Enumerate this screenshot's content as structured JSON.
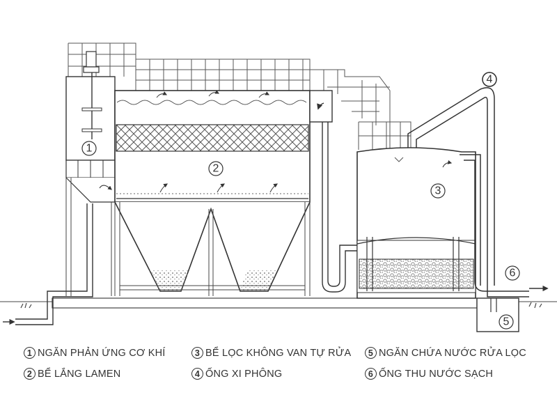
{
  "markers": {
    "m1": "1",
    "m2": "2",
    "m3": "3",
    "m4": "4",
    "m5": "5",
    "m6": "6"
  },
  "legend": [
    {
      "num": "1",
      "text": "NGĂN PHẢN ỨNG CƠ KHÍ"
    },
    {
      "num": "2",
      "text": "BỂ LẮNG LAMEN"
    },
    {
      "num": "3",
      "text": "BỂ LỌC KHÔNG VAN TỰ RỬA"
    },
    {
      "num": "4",
      "text": "ỐNG XI PHÔNG"
    },
    {
      "num": "5",
      "text": "NGĂN CHỨA NƯỚC RỬA LỌC"
    },
    {
      "num": "6",
      "text": "ỐNG THU NƯỚC SẠCH"
    }
  ]
}
